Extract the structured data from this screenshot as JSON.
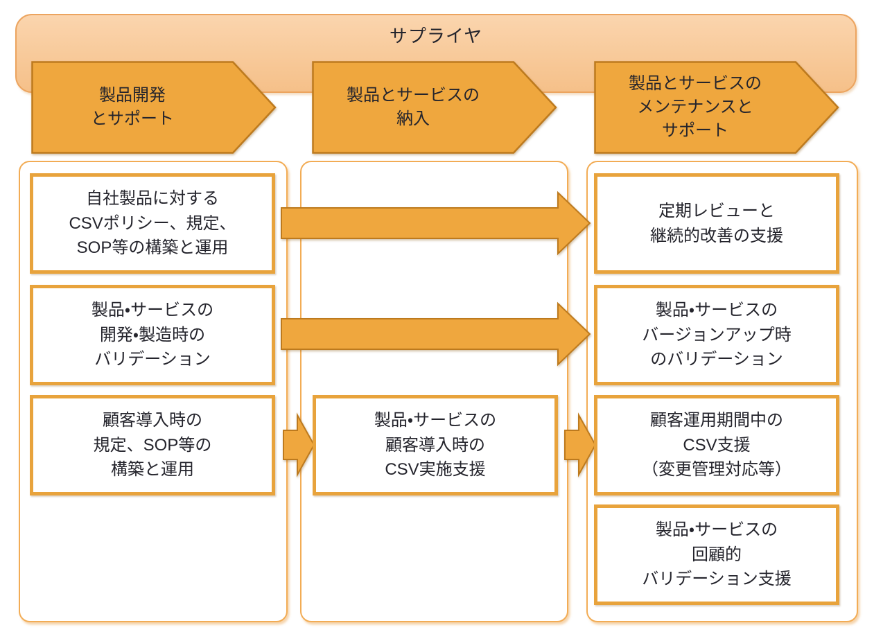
{
  "diagram": {
    "banner": {
      "title": "サプライヤ"
    },
    "phases": [
      {
        "label": "製品開発\nとサポート"
      },
      {
        "label": "製品とサービスの\n納入"
      },
      {
        "label": "製品とサービスの\nメンテナンスと\nサポート"
      }
    ],
    "lanes": {
      "development": {
        "boxes": [
          {
            "text": "自社製品に対する\nCSVポリシー、規定、\nSOP等の構築と運用"
          },
          {
            "text": "製品・サービスの\n開発・製造時の\nバリデーション"
          },
          {
            "text": "顧客導入時の\n規定、SOP等の\n構築と運用"
          }
        ]
      },
      "delivery": {
        "boxes": [
          {
            "text": "製品・サービスの\n顧客導入時の\nCSV実施支援"
          }
        ]
      },
      "maintenance": {
        "boxes": [
          {
            "text": "定期レビューと\n継続的改善の支援"
          },
          {
            "text": "製品・サービスの\nバージョンアップ時\nのバリデーション"
          },
          {
            "text": "顧客運用期間中の\nCSV支援\n（変更管理対応等）"
          },
          {
            "text": "製品・サービスの\n回顧的\nバリデーション支援"
          }
        ]
      }
    },
    "arrows": [
      {
        "from": "development-box-1",
        "to": "maintenance-box-1"
      },
      {
        "from": "development-box-2",
        "to": "maintenance-box-2"
      },
      {
        "from": "development-box-3",
        "to": "delivery-box-1"
      },
      {
        "from": "delivery-box-1",
        "to": "maintenance-box-3"
      }
    ],
    "colors": {
      "banner_fill": "#F8CDA0",
      "banner_border": "#ECA45F",
      "arrow_fill": "#EFA73E",
      "arrow_border": "#BD7A1E",
      "box_border": "#E8A33C",
      "lane_border": "#F2AC55",
      "text": "#24242C"
    }
  }
}
